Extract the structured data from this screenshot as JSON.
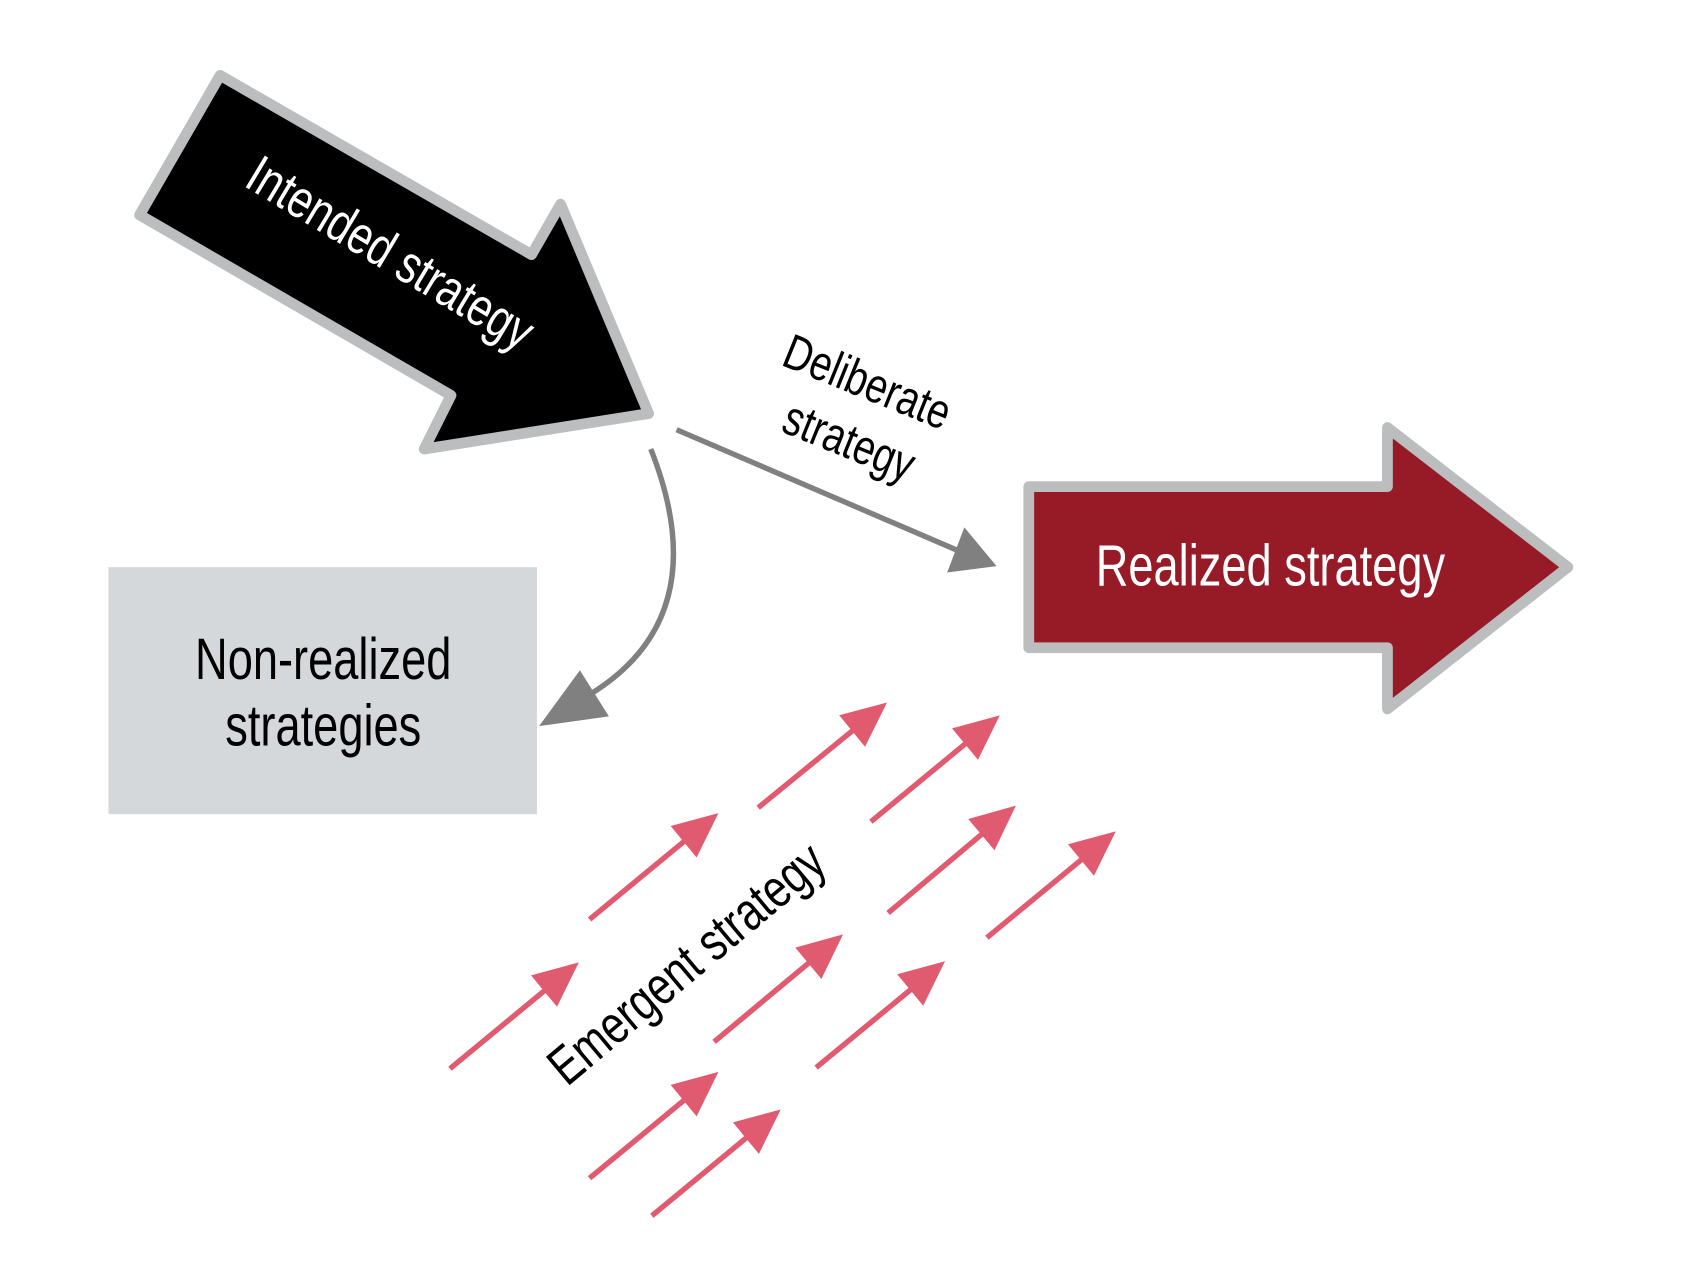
{
  "labels": {
    "intended": "Intended strategy",
    "deliberate_line1": "Deliberate",
    "deliberate_line2": "strategy",
    "non_realized_line1": "Non-realized",
    "non_realized_line2": "strategies",
    "realized": "Realized strategy",
    "emergent": "Emergent strategy"
  },
  "colors": {
    "intended_fill": "#000000",
    "outline": "#bcbdbf",
    "realized_fill": "#961b27",
    "connector": "#808080",
    "non_realized_fill": "#d5d8db",
    "emergent_arrows": "#e05a70"
  }
}
